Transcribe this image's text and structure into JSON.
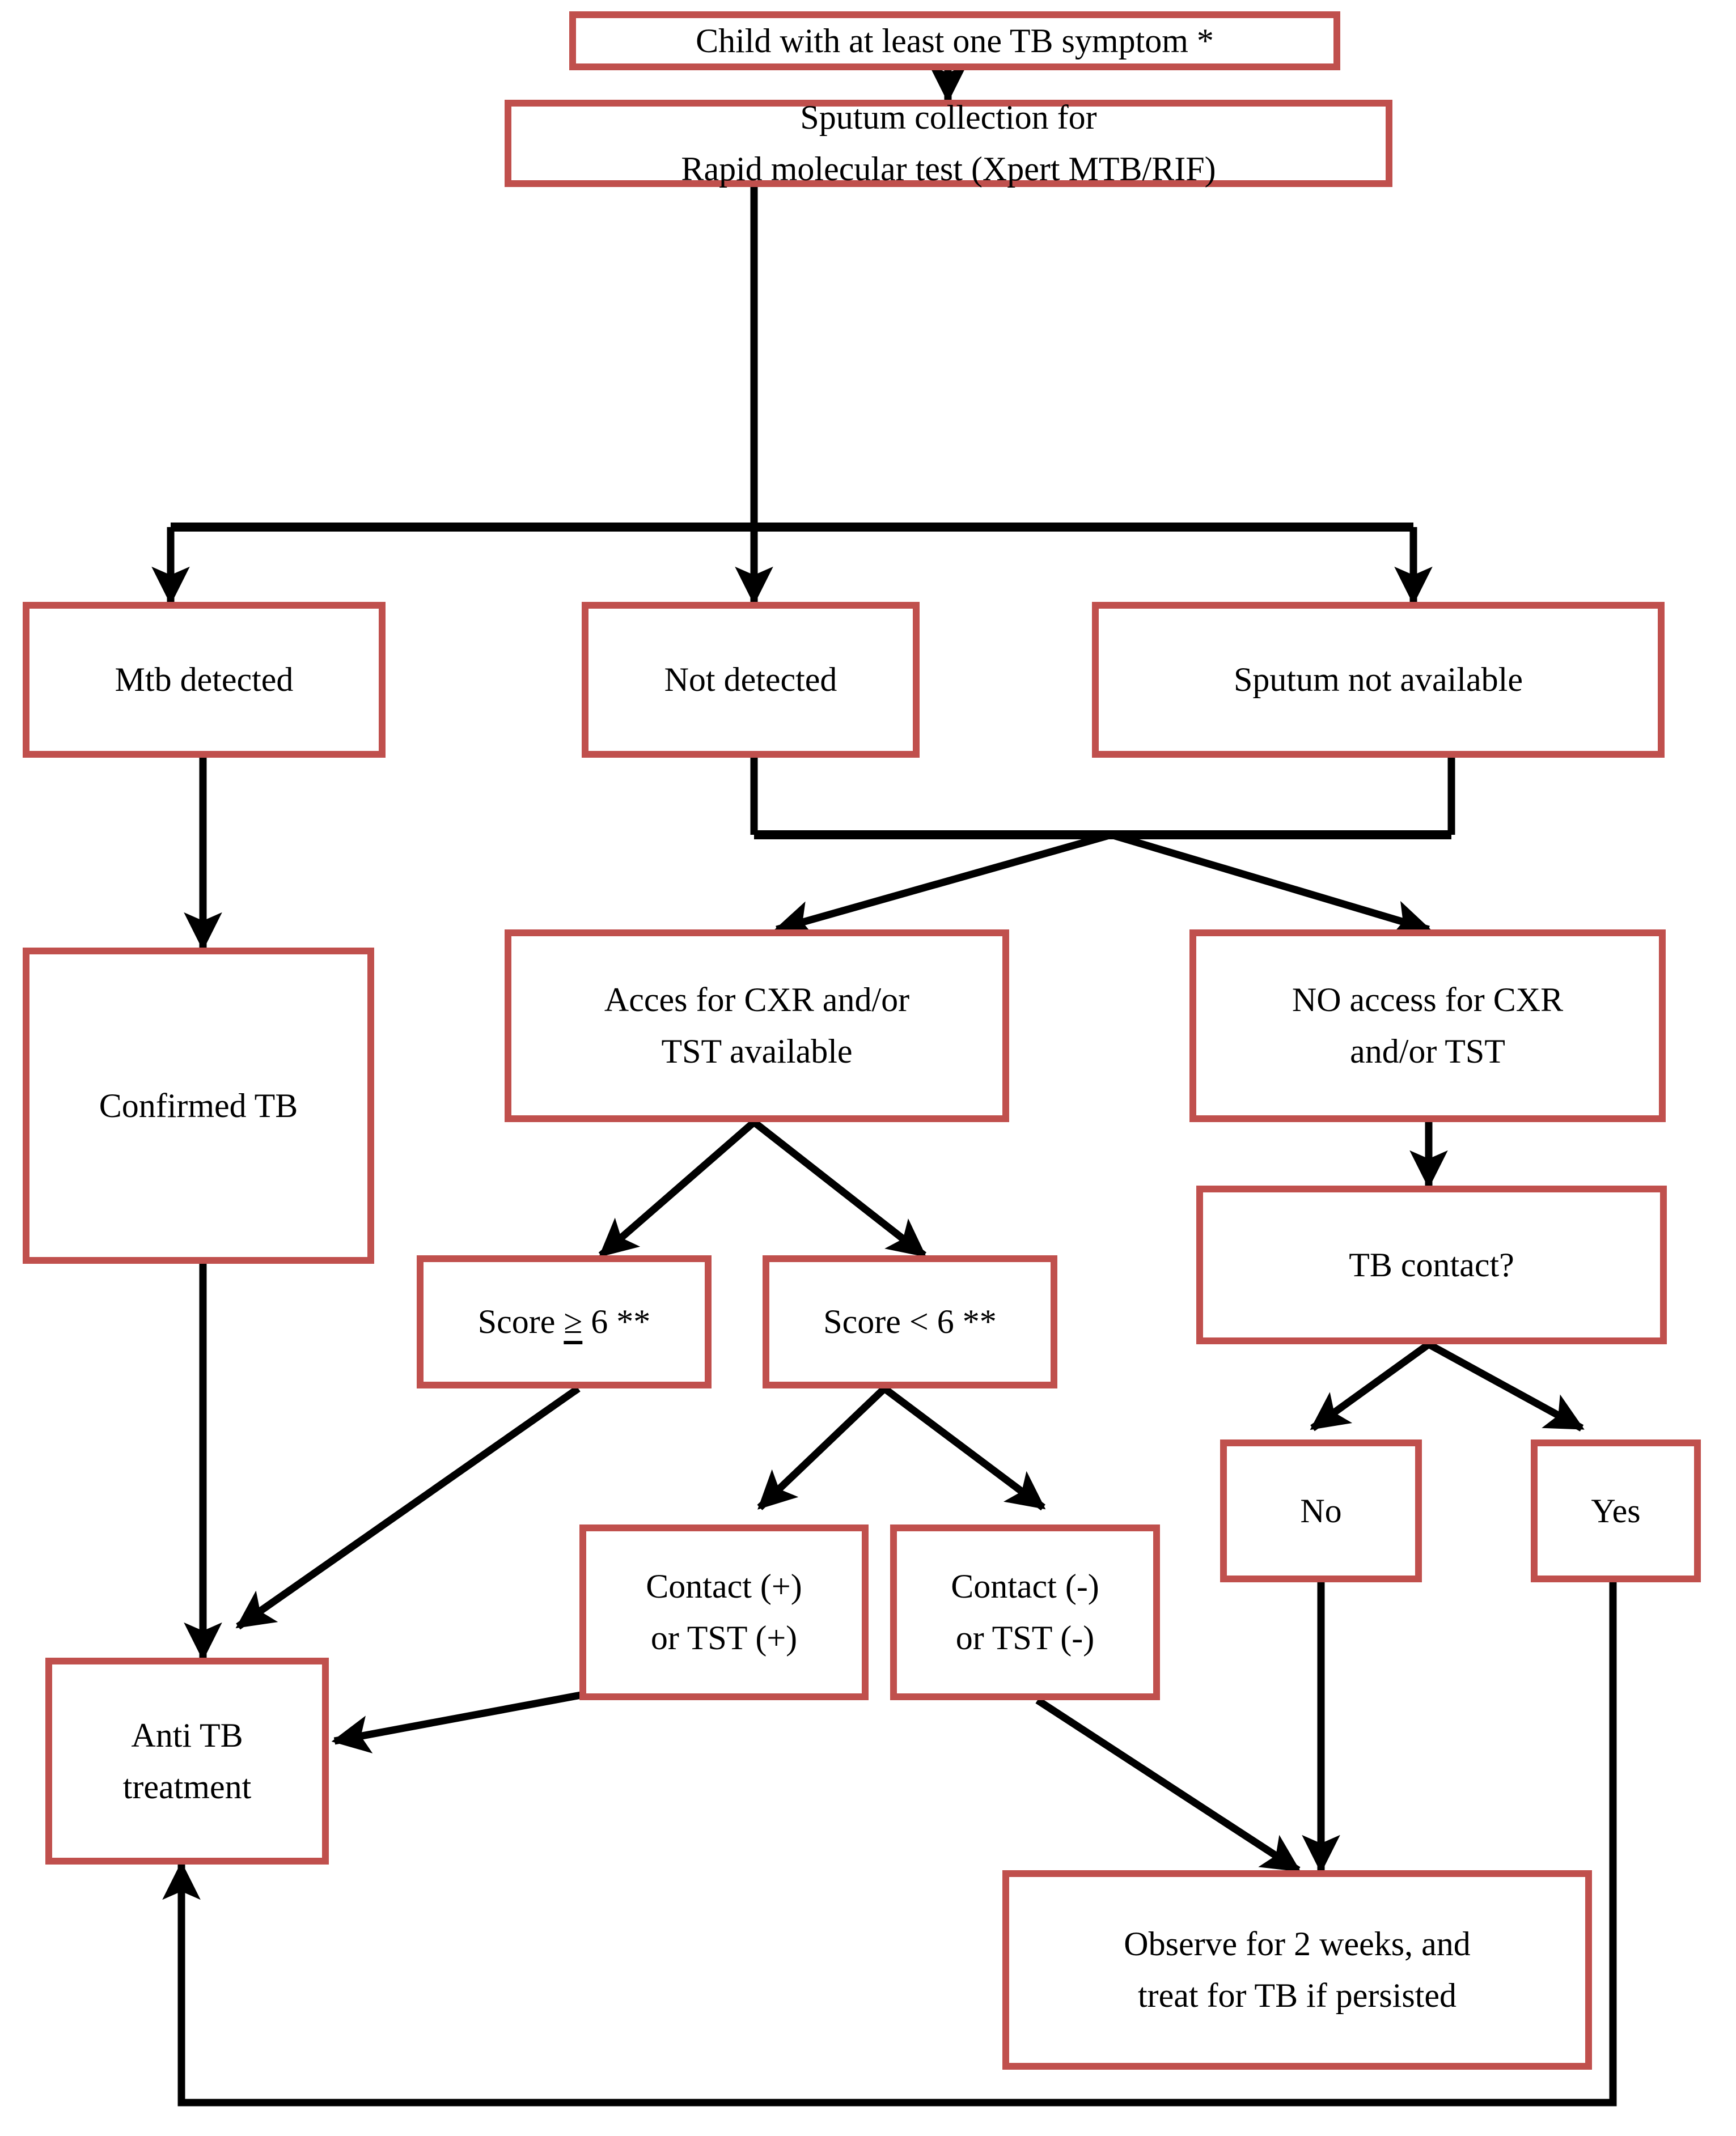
{
  "diagram": {
    "title": "Pediatric TB diagnostic algorithm flowchart",
    "accent_color": "#C0504D",
    "connector_color": "#000000",
    "background": "#ffffff"
  },
  "nodes": {
    "symptom": {
      "lines": [
        "Child with at least one TB symptom *"
      ]
    },
    "sputum_collection": {
      "lines": [
        "Sputum collection for",
        "Rapid molecular test (Xpert MTB/RIF)"
      ]
    },
    "mtb_detected": {
      "lines": [
        "Mtb detected"
      ]
    },
    "not_detected": {
      "lines": [
        "Not detected"
      ]
    },
    "sputum_not_available": {
      "lines": [
        "Sputum not available"
      ]
    },
    "confirmed_tb": {
      "lines": [
        "Confirmed TB"
      ]
    },
    "access_cxr": {
      "lines": [
        "Acces for CXR and/or",
        "TST available"
      ]
    },
    "no_access_cxr": {
      "lines": [
        "NO access for CXR",
        "and/or TST"
      ]
    },
    "score_ge6": {
      "lines": [
        "Score ≥ 6 **"
      ],
      "prefix": "Score ",
      "symbol": "≥",
      "suffix": " 6 **"
    },
    "score_lt6": {
      "lines": [
        "Score < 6 **"
      ]
    },
    "tb_contact": {
      "lines": [
        "TB contact?"
      ]
    },
    "contact_no": {
      "lines": [
        "No"
      ]
    },
    "contact_yes": {
      "lines": [
        "Yes"
      ]
    },
    "contact_pos": {
      "lines": [
        "Contact (+)",
        "or TST (+)"
      ]
    },
    "contact_neg": {
      "lines": [
        "Contact (-)",
        "or TST (-)"
      ]
    },
    "anti_tb": {
      "lines": [
        "Anti TB",
        "treatment"
      ]
    },
    "observe": {
      "lines": [
        "Observe for 2 weeks, and",
        "treat for TB if persisted"
      ]
    }
  },
  "edges": [
    {
      "from": "symptom",
      "to": "sputum_collection"
    },
    {
      "from": "sputum_collection",
      "to": "mtb_detected"
    },
    {
      "from": "sputum_collection",
      "to": "not_detected"
    },
    {
      "from": "sputum_collection",
      "to": "sputum_not_available"
    },
    {
      "from": "mtb_detected",
      "to": "confirmed_tb"
    },
    {
      "from": "not_detected",
      "to": "access_cxr"
    },
    {
      "from": "not_detected",
      "to": "no_access_cxr"
    },
    {
      "from": "sputum_not_available",
      "to": "access_cxr"
    },
    {
      "from": "sputum_not_available",
      "to": "no_access_cxr"
    },
    {
      "from": "access_cxr",
      "to": "score_ge6"
    },
    {
      "from": "access_cxr",
      "to": "score_lt6"
    },
    {
      "from": "no_access_cxr",
      "to": "tb_contact"
    },
    {
      "from": "tb_contact",
      "to": "contact_no"
    },
    {
      "from": "tb_contact",
      "to": "contact_yes"
    },
    {
      "from": "score_lt6",
      "to": "contact_pos"
    },
    {
      "from": "score_lt6",
      "to": "contact_neg"
    },
    {
      "from": "confirmed_tb",
      "to": "anti_tb"
    },
    {
      "from": "score_ge6",
      "to": "anti_tb"
    },
    {
      "from": "contact_pos",
      "to": "anti_tb"
    },
    {
      "from": "contact_neg",
      "to": "observe"
    },
    {
      "from": "contact_no",
      "to": "observe"
    },
    {
      "from": "contact_yes",
      "to": "anti_tb"
    }
  ]
}
